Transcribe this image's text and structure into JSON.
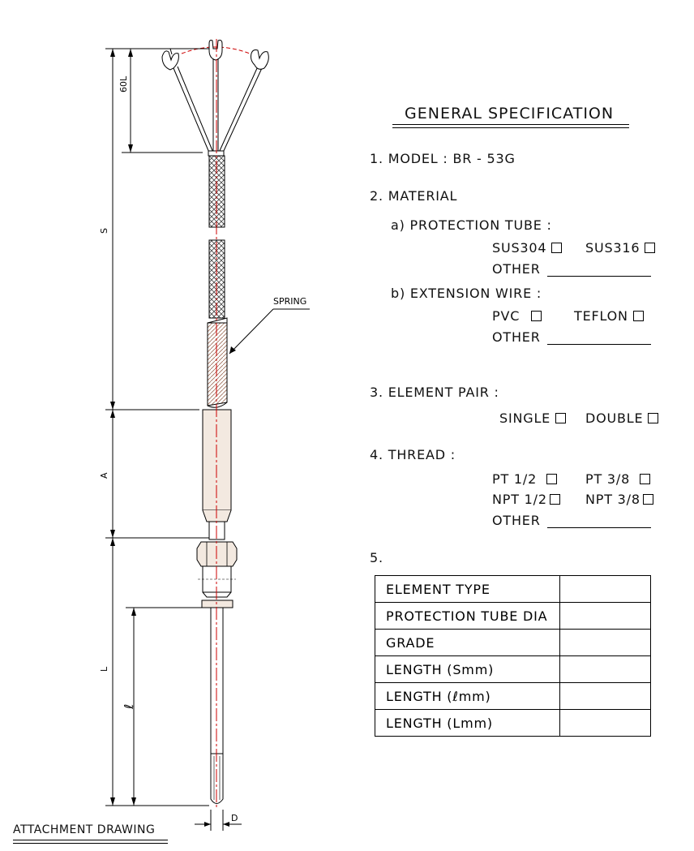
{
  "spec": {
    "title": "GENERAL SPECIFICATION",
    "model": "1. MODEL :  BR - 53G",
    "material": "2. MATERIAL",
    "protection_tube": "a) PROTECTION TUBE :",
    "sus304": "SUS304",
    "sus316": "SUS316",
    "other": "OTHER",
    "extension_wire": "b) EXTENSION WIRE :",
    "pvc": "PVC",
    "teflon": "TEFLON",
    "element_pair": "3. ELEMENT PAIR :",
    "single": "SINGLE",
    "double": "DOUBLE",
    "thread": "4. THREAD :",
    "pt12": "PT 1/2",
    "pt38": "PT 3/8",
    "npt12": "NPT 1/2",
    "npt38": "NPT 3/8",
    "item5": "5."
  },
  "table": {
    "rows": [
      "ELEMENT TYPE",
      "PROTECTION TUBE DIA",
      "GRADE",
      "LENGTH (Smm)",
      "LENGTH (ℓmm)",
      "LENGTH (Lmm)"
    ]
  },
  "drawing": {
    "label_60l": "60L",
    "label_s": "S",
    "label_a": "A",
    "label_l": "L",
    "label_l_small": "ℓ",
    "label_spring": "SPRING",
    "label_d": "D",
    "caption": "ATTACHMENT DRAWING"
  },
  "colors": {
    "centerline": "#cc0000",
    "body_fill": "#f3e9e0"
  }
}
